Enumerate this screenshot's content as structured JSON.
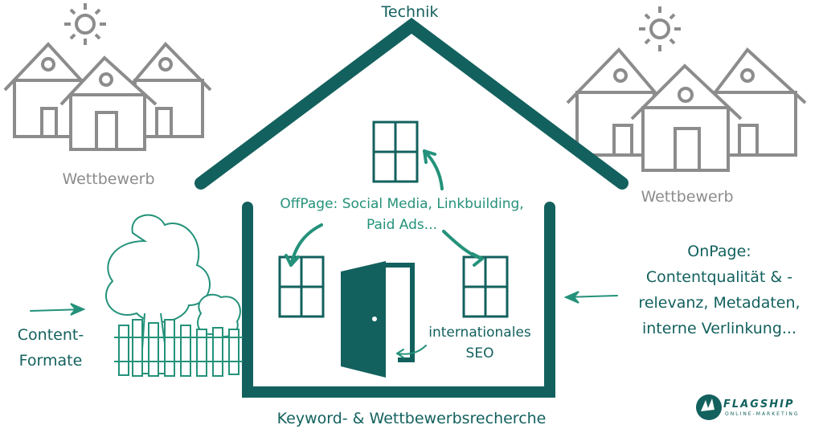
{
  "labels": {
    "top": "Technik",
    "bottom": "Keyword- & Wettbewerbsrecherche",
    "competitor_left": "Wettbewerb",
    "competitor_right": "Wettbewerb",
    "offpage_line1": "OffPage: Social Media, Linkbuilding,",
    "offpage_line2": "Paid Ads...",
    "international_line1": "internationales",
    "international_line2": "SEO",
    "content_line1": "Content-",
    "content_line2": "Formate",
    "onpage_line1": "OnPage:",
    "onpage_line2": "Contentqualität & -",
    "onpage_line3": "relevanz, Metadaten,",
    "onpage_line4": "interne Verlinkung..."
  },
  "logo": {
    "name": "FLAGSHIP",
    "tagline": "ONLINE-MARKETING"
  },
  "colors": {
    "dark": "#13615e",
    "green": "#24927a",
    "gray": "#8c8c8c"
  }
}
